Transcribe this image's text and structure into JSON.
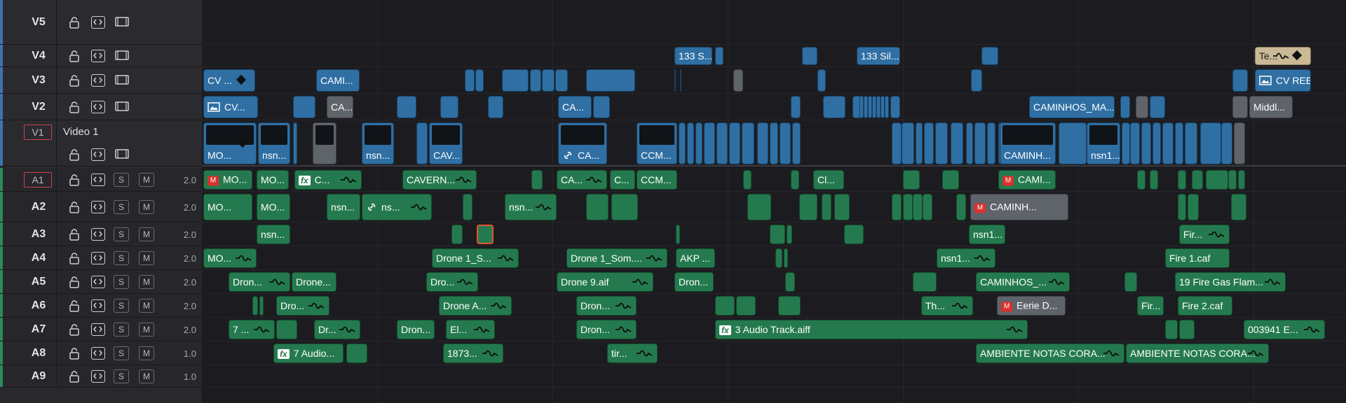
{
  "colors": {
    "video_clip": "#2f6fa3",
    "audio_clip": "#247a4e",
    "title_clip": "#c9b995",
    "accent_video": "#3f73ad",
    "accent_audio": "#2f8a59"
  },
  "icons": {
    "lock": "lock-icon",
    "auto_select": "auto-select-icon",
    "disable": "film-strip-icon"
  },
  "tracks": {
    "video": [
      {
        "name": "V5"
      },
      {
        "name": "V4"
      },
      {
        "name": "V3"
      },
      {
        "name": "V2"
      },
      {
        "name": "V1",
        "label": "Video 1"
      }
    ],
    "audio": [
      {
        "name": "A1",
        "channels": "2.0",
        "solo": "S",
        "mute": "M"
      },
      {
        "name": "A2",
        "channels": "2.0",
        "solo": "S",
        "mute": "M"
      },
      {
        "name": "A3",
        "channels": "2.0",
        "solo": "S",
        "mute": "M"
      },
      {
        "name": "A4",
        "channels": "2.0",
        "solo": "S",
        "mute": "M"
      },
      {
        "name": "A5",
        "channels": "2.0",
        "solo": "S",
        "mute": "M"
      },
      {
        "name": "A6",
        "channels": "2.0",
        "solo": "S",
        "mute": "M"
      },
      {
        "name": "A7",
        "channels": "2.0",
        "solo": "S",
        "mute": "M"
      },
      {
        "name": "A8",
        "channels": "1.0",
        "solo": "S",
        "mute": "M"
      },
      {
        "name": "A9",
        "channels": "1.0",
        "solo": "S",
        "mute": "M"
      }
    ]
  },
  "clips": {
    "v4": [
      "133 S...",
      "133 Sil...",
      "Te..."
    ],
    "v3": [
      "CV ...",
      "CAMI...",
      "CV REE..."
    ],
    "v2": [
      "CV...",
      "CA...",
      "CA...",
      "CAMINHOS_MA...",
      "Middl..."
    ],
    "v1": [
      "MO...",
      "nsn...",
      "nsn...",
      "CAV...",
      "CA...",
      "CCM...",
      "CAMINH...",
      "nsn1..."
    ],
    "a1": [
      "MO...",
      "MO...",
      "C...",
      "CAVERN...",
      "CA...",
      "C...",
      "CCM...",
      "Cl...",
      "CAMI..."
    ],
    "a2": [
      "MO...",
      "MO...",
      "nsn...",
      "ns...",
      "nsn...",
      "CAMINH..."
    ],
    "a3": [
      "nsn...",
      "nsn1...",
      "Fir..."
    ],
    "a4": [
      "MO...",
      "Drone 1_S...",
      "Drone 1_Som....",
      "AKP ...",
      "nsn1...",
      "Fire 1.caf"
    ],
    "a5": [
      "Dron...",
      "Drone...",
      "Dro...",
      "Drone 9.aif",
      "Dron...",
      "CAMINHOS_...",
      "19 Fire Gas Flam..."
    ],
    "a6": [
      "Dro...",
      "Drone A...",
      "Dron...",
      "Th...",
      "Eerie D...",
      "Fir...",
      "Fire 2.caf"
    ],
    "a7": [
      "7 ...",
      "Dr...",
      "Dron...",
      "El...",
      "Dron...",
      "3 Audio Track.aiff",
      "003941 E..."
    ],
    "a8": [
      "7 Audio...",
      "1873...",
      "tir...",
      "AMBIENTE NOTAS CORA...",
      "AMBIENTE NOTAS CORA..."
    ]
  }
}
